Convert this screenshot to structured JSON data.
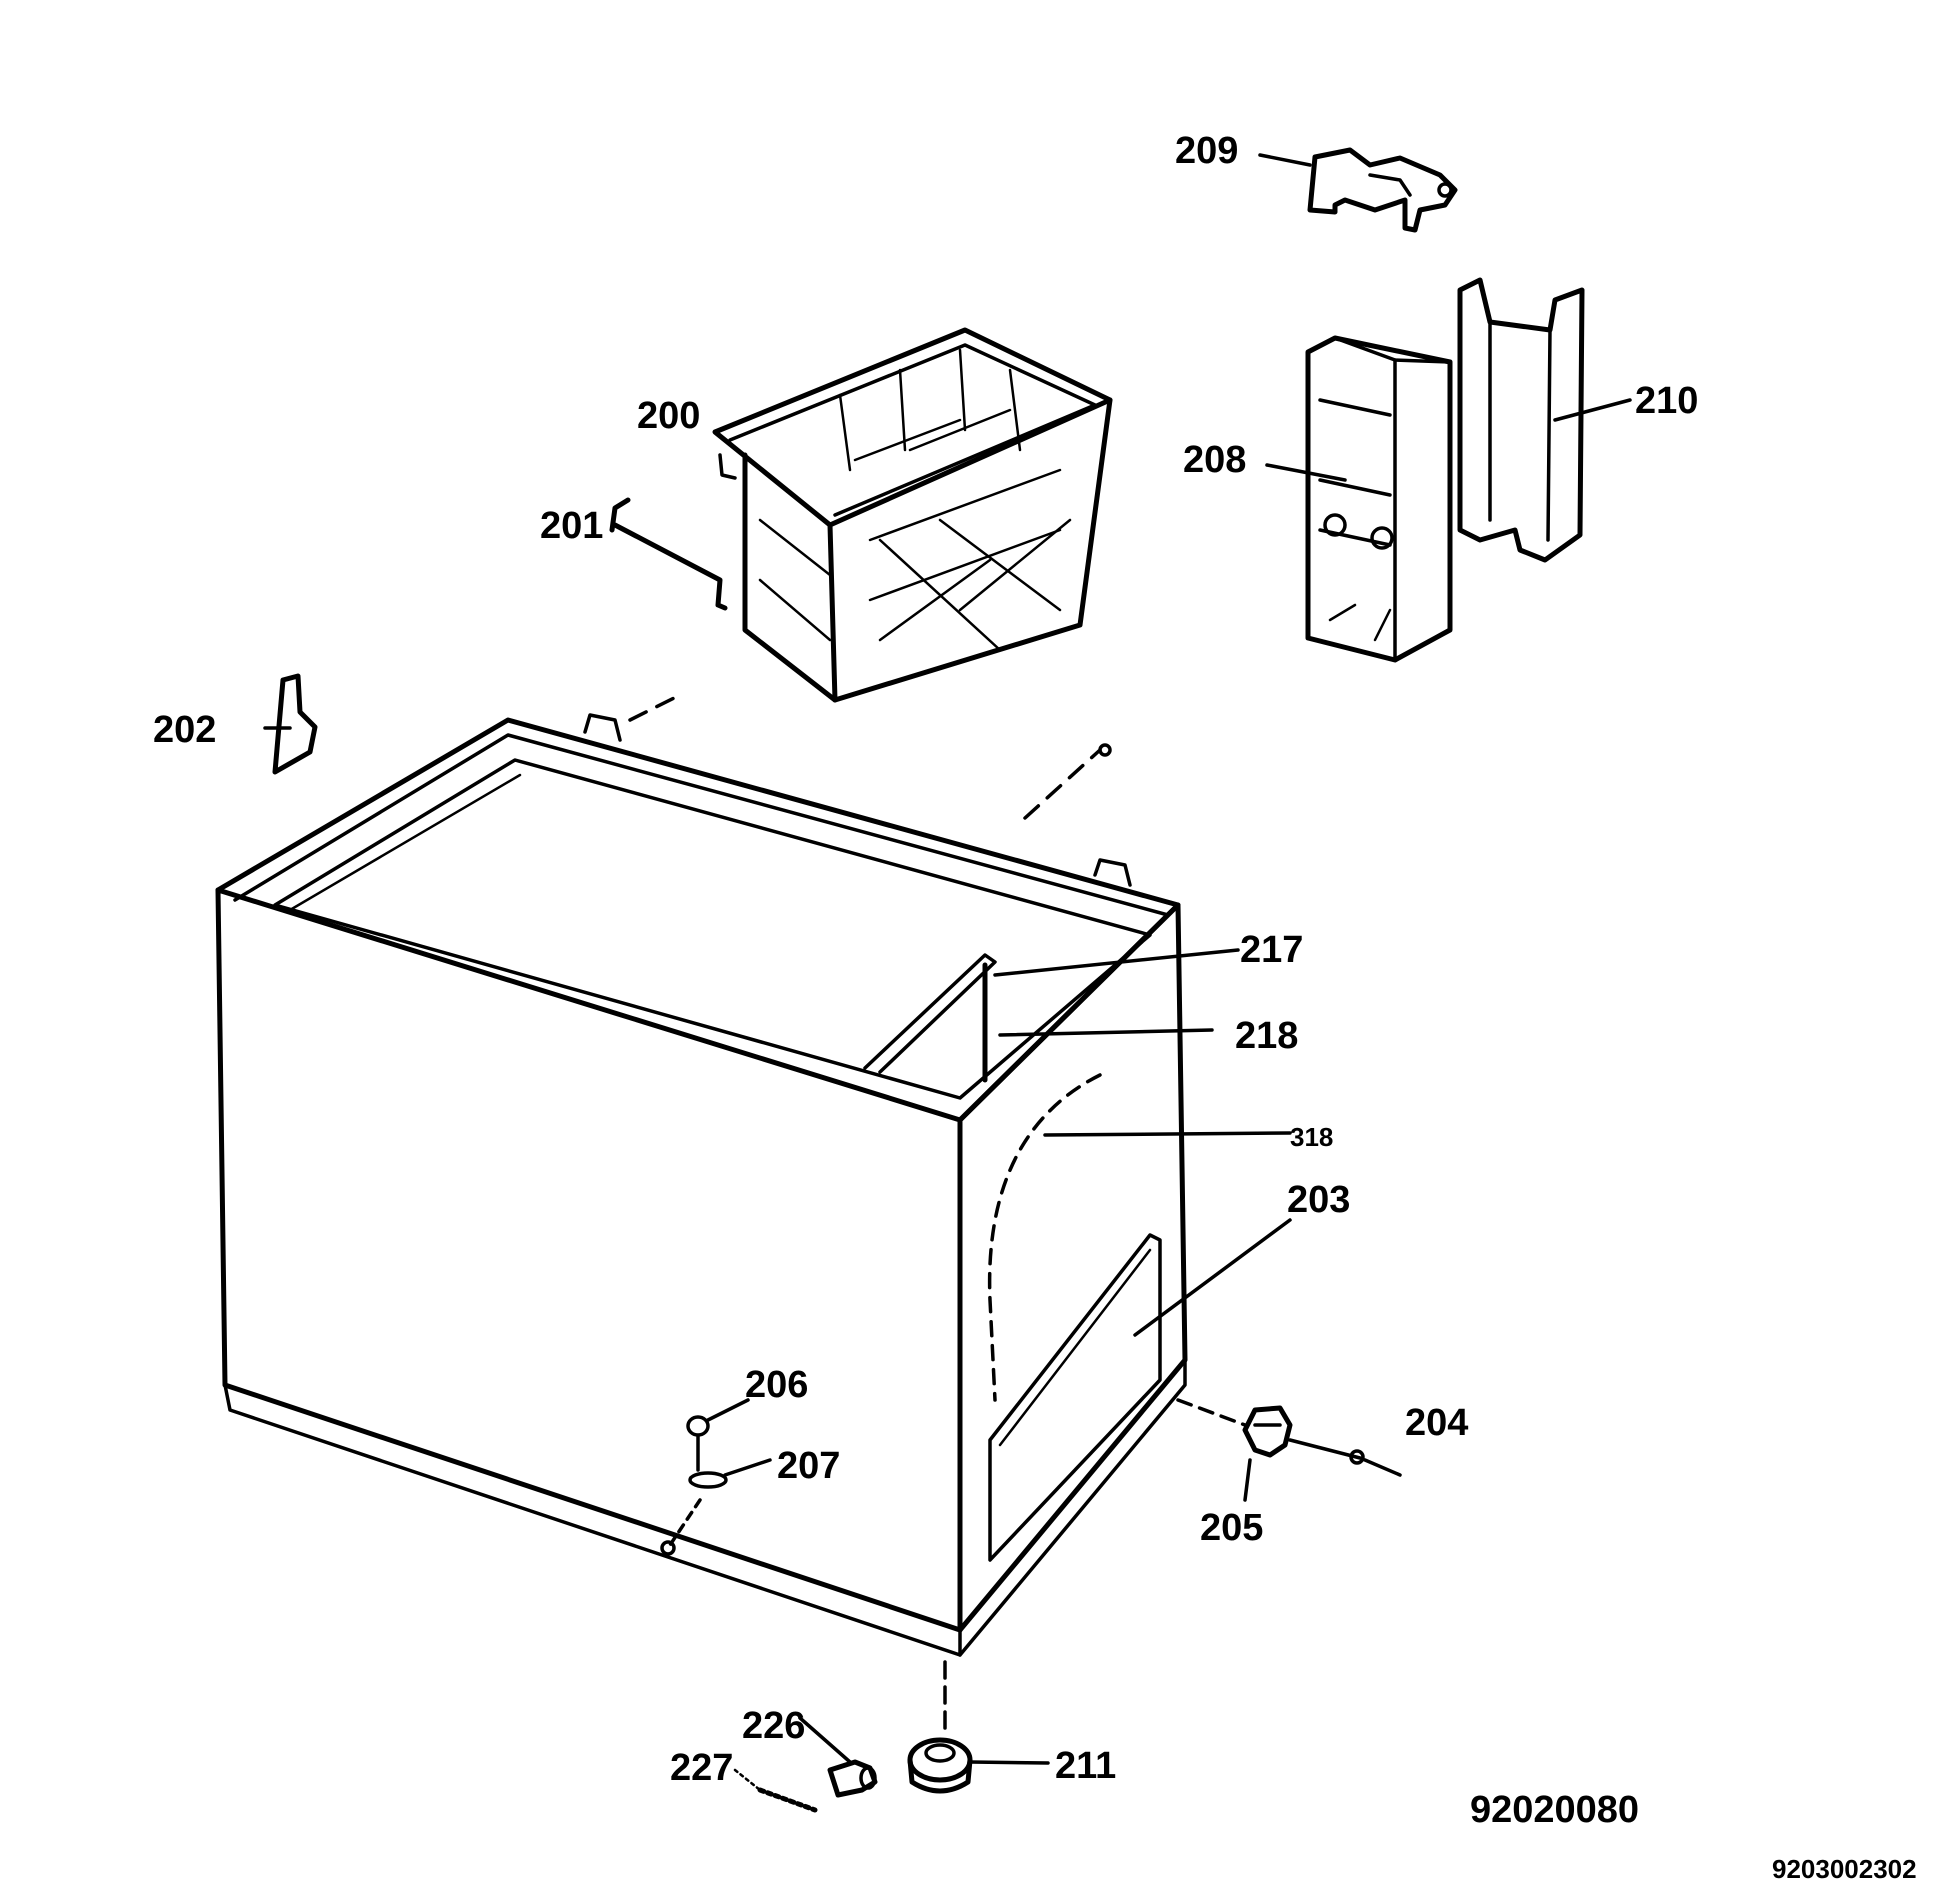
{
  "diagram": {
    "part_labels": {
      "p200": "200",
      "p201": "201",
      "p202": "202",
      "p203": "203",
      "p204": "204",
      "p205": "205",
      "p206": "206",
      "p207": "207",
      "p208": "208",
      "p209": "209",
      "p210": "210",
      "p211": "211",
      "p217": "217",
      "p218": "218",
      "p226": "226",
      "p227": "227",
      "p318": "318"
    },
    "drawing_number": "92020080",
    "document_number": "9203002302"
  }
}
